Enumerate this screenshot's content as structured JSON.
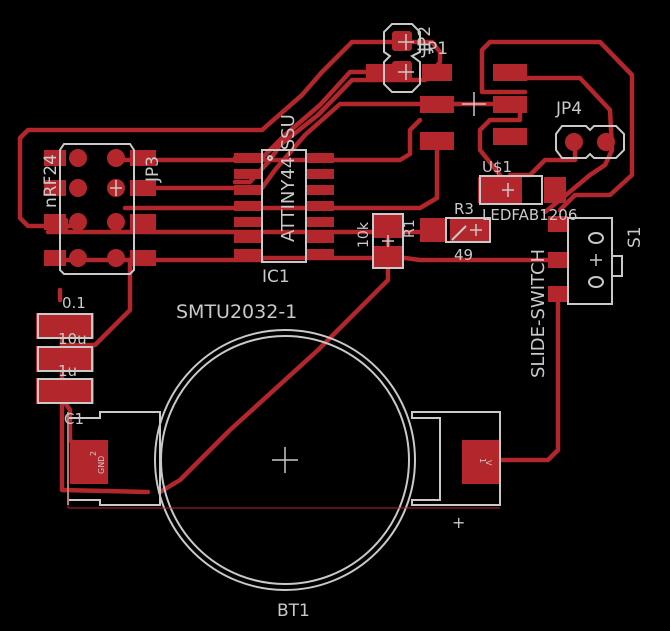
{
  "board": {
    "colors": {
      "background": "#000000",
      "copper": "#b3262b",
      "silkscreen": "#c9c9c9"
    },
    "labels": {
      "jp2": "JP2",
      "jp1": "JP1",
      "jp4": "JP4",
      "jp3": "JP3",
      "nrf24": "nRF24",
      "attiny": "ATTINY44-SSU",
      "ic1": "IC1",
      "us1": "U$1",
      "r3": "R3",
      "ledfab": "LEDFAB1206",
      "r3_value": "49",
      "r1": "R1",
      "r1_value": "10k",
      "s1": "S1",
      "slide_switch": "SLIDE-SWITCH",
      "c1": "C1",
      "c1_value_a": "0.1",
      "c1_value_b": "10u",
      "c1_value_c": "1u",
      "smtu": "SMTU2032-1",
      "bt1": "BT1",
      "plus": "+",
      "gnd_pin": "2",
      "gnd": "GND",
      "vcc_pin": "1",
      "vcc": "V"
    }
  }
}
